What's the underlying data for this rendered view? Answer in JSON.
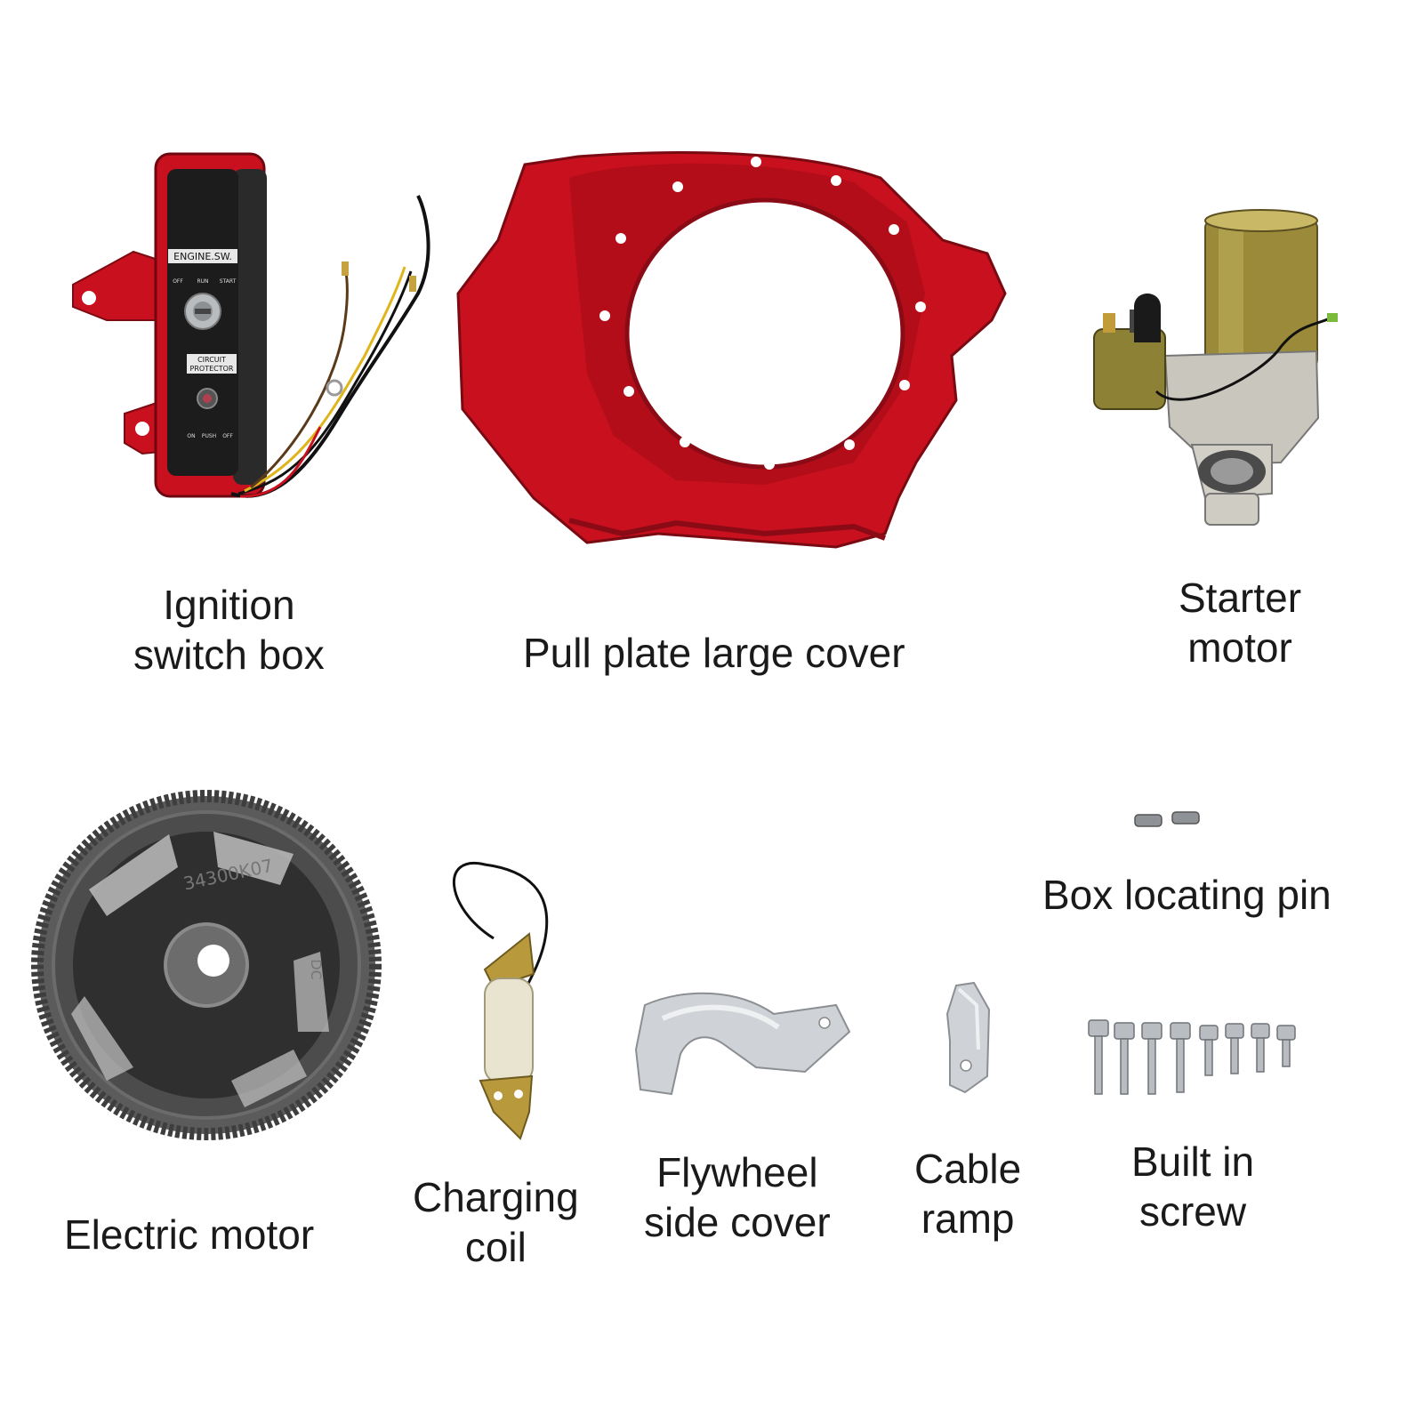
{
  "colors": {
    "part_red": "#c8101e",
    "part_dark": "#1c1c1c",
    "metal_silver": "#c9ccd0",
    "coil_brass": "#b89a3c"
  },
  "switch_box": {
    "title": "ENGINE.SW.",
    "positions": [
      "OFF",
      "RUN",
      "START"
    ],
    "breaker_title": [
      "CIRCUIT",
      "PROTECTOR"
    ],
    "breaker_positions": [
      "ON",
      "PUSH",
      "OFF"
    ]
  },
  "flywheel": {
    "stamp": "34300K07",
    "mark": "DC"
  },
  "labels": {
    "ignition_switch_box": [
      "Ignition",
      "switch box"
    ],
    "pull_plate_large_cover": [
      "Pull plate large cover"
    ],
    "starter_motor": [
      "Starter",
      "motor"
    ],
    "box_locating_pin": [
      "Box locating pin"
    ],
    "electric_motor": [
      "Electric motor"
    ],
    "charging_coil": [
      "Charging",
      "coil"
    ],
    "flywheel_side_cover": [
      "Flywheel",
      "side cover"
    ],
    "cable_ramp": [
      "Cable",
      "ramp"
    ],
    "built_in_screw": [
      "Built in",
      "screw"
    ]
  }
}
